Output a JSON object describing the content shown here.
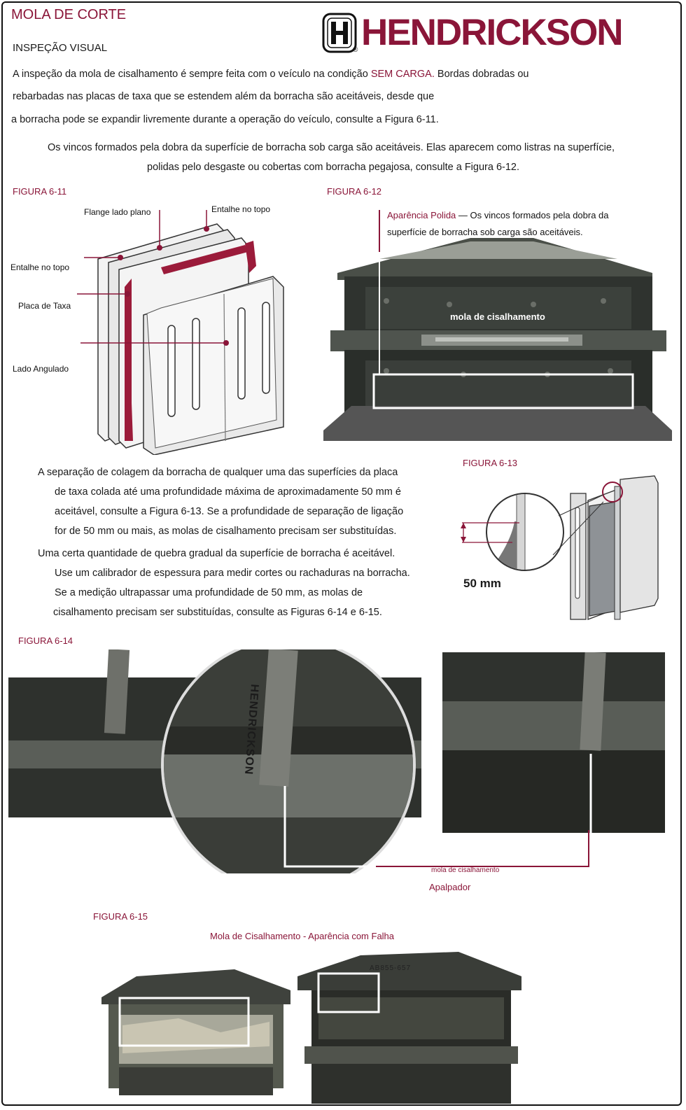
{
  "header": {
    "title": "MOLA DE CORTE",
    "subtitle": "INSPEÇÃO VISUAL",
    "logo_text": "HENDRICKSON",
    "logo_mark": "®"
  },
  "intro": {
    "line1_a": "A inspeção da mola de cisalhamento é sempre feita com o veículo na condição ",
    "line1_highlight": "SEM CARGA.",
    "line1_b": " Bordas dobradas ou",
    "line2": "rebarbadas nas placas de taxa que se estendem além da borracha são aceitáveis, desde que",
    "line3": "a borracha pode se expandir livremente durante a operação do veículo, consulte a Figura 6-11.",
    "line4": "Os vincos formados pela dobra da superfície de borracha sob carga são aceitáveis. Elas aparecem como listras na superfície,",
    "line5": "polidas pelo desgaste ou cobertas com borracha pegajosa, consulte a Figura 6-12."
  },
  "fig11": {
    "label": "FIGURA 6-11",
    "callouts": {
      "flange": "Flange lado plano",
      "entalhe_topo_right": "Entalhe no topo",
      "entalhe_topo_left": "Entalhe no topo",
      "placa": "Placa de Taxa",
      "lado": "Lado Angulado"
    }
  },
  "fig12": {
    "label": "FIGURA 6-12",
    "caption_highlight": "Aparência Polida",
    "caption_a": " — Os vincos formados pela dobra da",
    "caption_b": "superfície de borracha sob carga são aceitáveis.",
    "photo_label": "mola de cisalhamento"
  },
  "middle": {
    "p1_l1": "A separação de colagem da borracha de qualquer uma das superfícies da placa",
    "p1_l2": "de taxa colada até uma profundidade máxima de aproximadamente 50 mm é",
    "p1_l3": "aceitável, consulte a Figura 6-13. Se a profundidade de separação de ligação",
    "p1_l4": "for de 50 mm ou mais, as molas de cisalhamento precisam ser substituídas.",
    "p2_l1": "Uma certa quantidade de quebra gradual da superfície de borracha é aceitável.",
    "p2_l2": "Use um calibrador de espessura para medir cortes ou rachaduras na borracha.",
    "p2_l3": "Se a medição ultrapassar uma profundidade de 50 mm, as molas de",
    "p2_l4": "cisalhamento precisam ser substituídas, consulte as Figuras 6-14 e 6-15."
  },
  "fig13": {
    "label": "FIGURA 6-13",
    "measure": "50 mm"
  },
  "fig14": {
    "label": "FIGURA 6-14",
    "gauge_text": "HENDRICKSON",
    "callout_spring": "mola de cisalhamento",
    "callout_probe": "Apalpador"
  },
  "fig15": {
    "label": "FIGURA 6-15",
    "caption": "Mola de Cisalhamento - Aparência com Falha",
    "stamp": "AB855-657"
  }
}
